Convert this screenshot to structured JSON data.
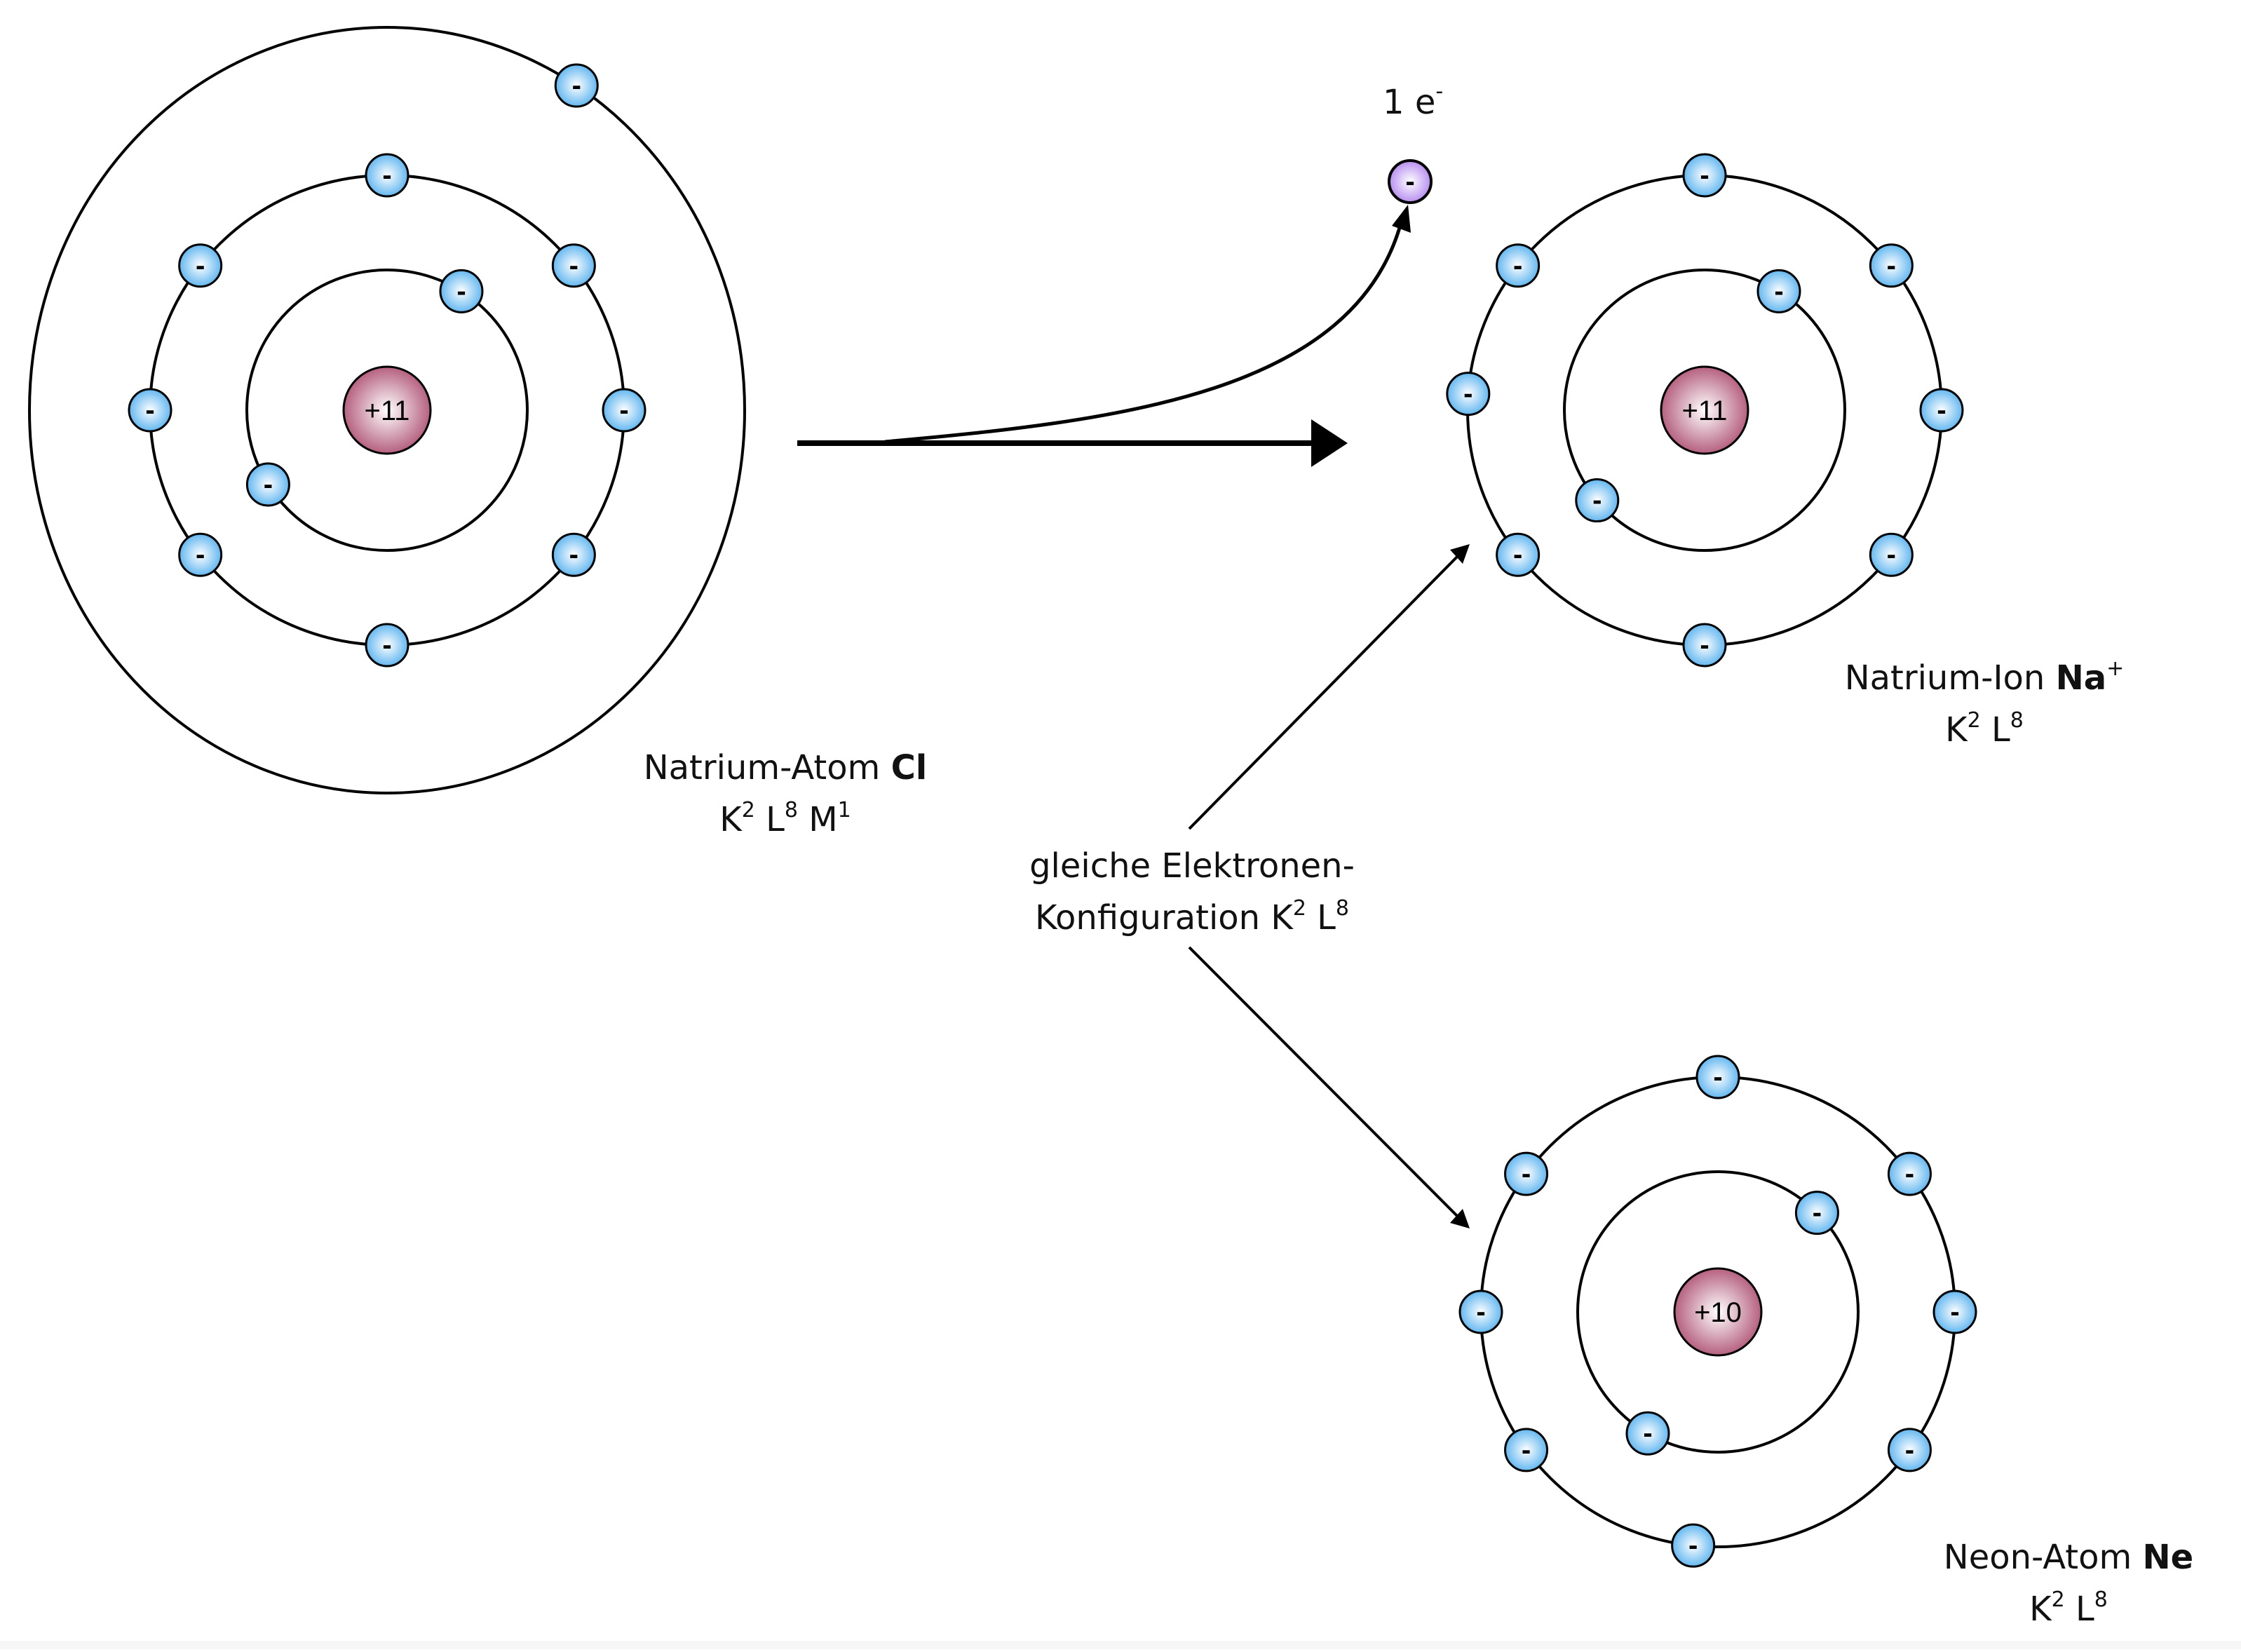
{
  "diagram": {
    "title": "Ionenbildung Natrium",
    "colors": {
      "nucleus": "#b5607f",
      "electron": "#63b7f0",
      "free_electron": "#b78ef0",
      "stroke": "#000000"
    },
    "atoms": [
      {
        "id": "sodium-atom",
        "nucleus_label": "+11",
        "shells": [
          {
            "name": "K",
            "electrons": 2
          },
          {
            "name": "L",
            "electrons": 8
          },
          {
            "name": "M",
            "electrons": 1
          }
        ],
        "name_text": "Natrium-Atom ",
        "symbol": "Cl",
        "config": [
          {
            "shell": "K",
            "count": "2"
          },
          {
            "shell": "L",
            "count": "8"
          },
          {
            "shell": "M",
            "count": "1"
          }
        ]
      },
      {
        "id": "sodium-ion",
        "nucleus_label": "+11",
        "shells": [
          {
            "name": "K",
            "electrons": 2
          },
          {
            "name": "L",
            "electrons": 8
          }
        ],
        "name_text": "Natrium-Ion ",
        "symbol": "Na",
        "symbol_charge": "+",
        "config": [
          {
            "shell": "K",
            "count": "2"
          },
          {
            "shell": "L",
            "count": "8"
          }
        ]
      },
      {
        "id": "neon-atom",
        "nucleus_label": "+10",
        "shells": [
          {
            "name": "K",
            "electrons": 2
          },
          {
            "name": "L",
            "electrons": 8
          }
        ],
        "name_text": "Neon-Atom ",
        "symbol": "Ne",
        "config": [
          {
            "shell": "K",
            "count": "2"
          },
          {
            "shell": "L",
            "count": "8"
          }
        ]
      }
    ],
    "electron_sign": "-",
    "free_electron": {
      "count": "1",
      "symbol": "e",
      "charge": "-",
      "sign": "-"
    },
    "caption": {
      "line1": "gleiche Elektronen-",
      "line2_text": "Konfiguration ",
      "line2_config": [
        {
          "shell": "K",
          "count": "2"
        },
        {
          "shell": "L",
          "count": "8"
        }
      ]
    }
  }
}
